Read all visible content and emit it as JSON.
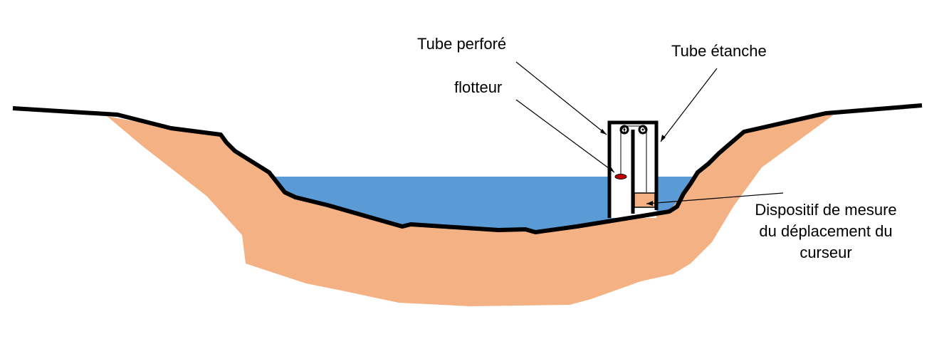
{
  "labels": {
    "tube_perfore": "Tube perforé",
    "tube_etanche": "Tube étanche",
    "flotteur": "flotteur",
    "dispositif_line1": "Dispositif de mesure",
    "dispositif_line2": "du déplacement du",
    "dispositif_line3": "curseur"
  },
  "colors": {
    "soil": "#f4b183",
    "water": "#5b9bd5",
    "outline": "#000000",
    "float": "#c00000",
    "background": "#ffffff"
  }
}
